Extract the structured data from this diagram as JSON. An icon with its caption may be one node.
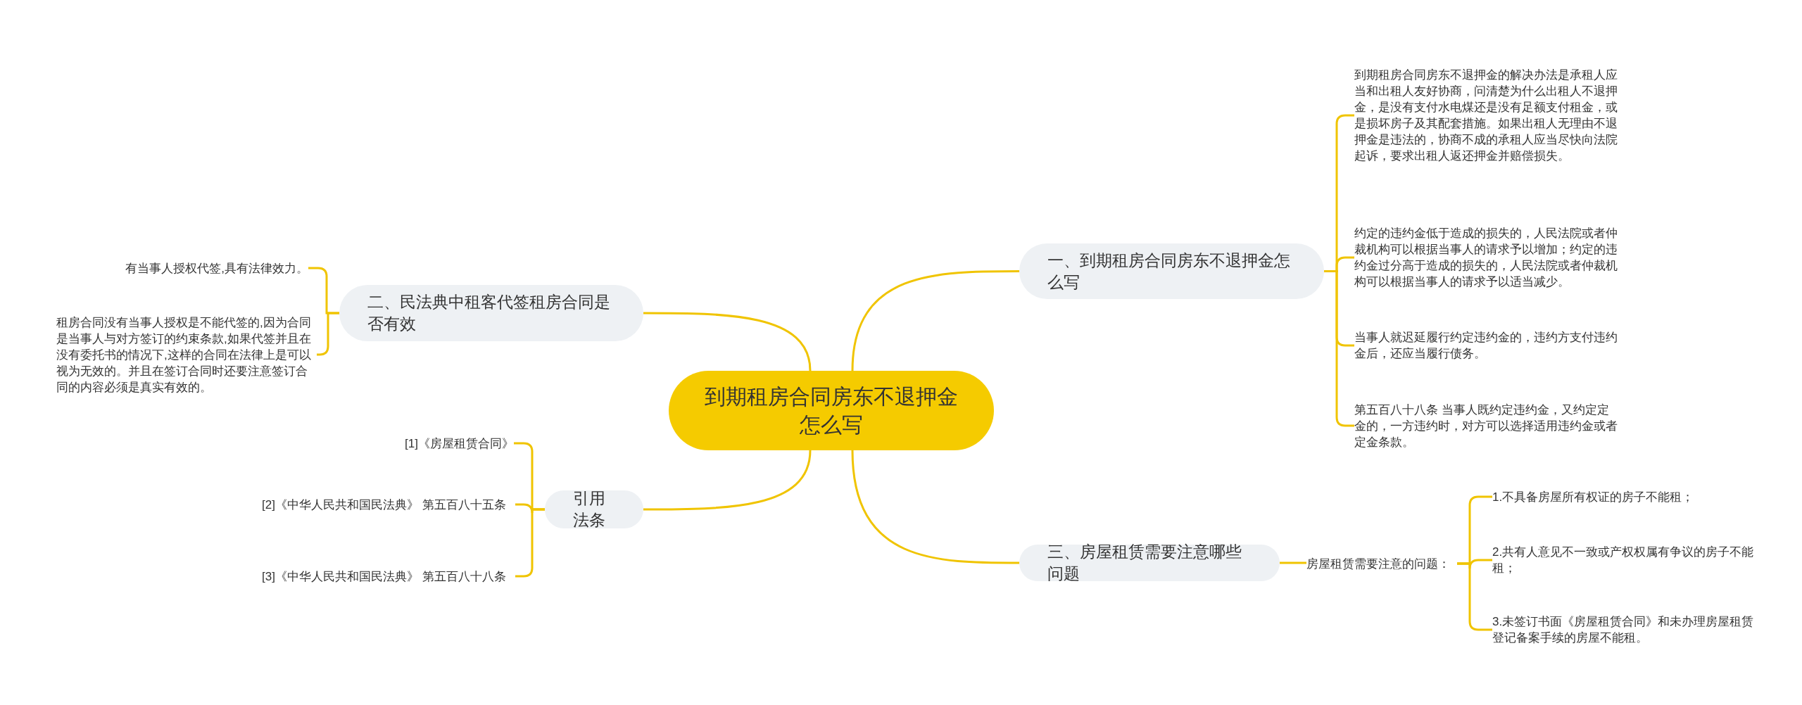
{
  "diagram": {
    "nodes": [
      {
        "text": [
          "到期租房合同房东不退押金怎么写"
        ]
      },
      {
        "text": [
          "一、到期租房合同房东不退押金怎么写"
        ]
      },
      {
        "text": [
          "到期租房合同房东不退押金的解决办法是承租人应当和出租人友好协商，问清楚为什么出租人不退押金，是没有支付水电煤还是没有足额支付租金，或是损坏房子及其配套措施。如果出租人无理由不退押金是违法的，协商不成的承租人应当尽快向法院起诉，要求出租人返还押金并赔偿损失。"
        ]
      },
      {
        "text": [
          "约定的违约金低于造成的损失的，人民法院或者仲裁机构可以根据当事人的请求予以增加；约定的违约金过分高于造成的损失的，人民法院或者仲裁机构可以根据当事人的请求予以适当减少。"
        ]
      },
      {
        "text": [
          "当事人就迟延履行约定违约金的，违约方支付违约金后，还应当履行债务。"
        ]
      },
      {
        "text": [
          "第五百八十八条 当事人既约定违约金，又约定定金的，一方违约时，对方可以选择适用违约金或者定金条款。"
        ]
      },
      {
        "text": [
          "二、民法典中租客代签租房合同是否有效"
        ]
      },
      {
        "text": [
          "有当事人授权代签,具有法律效力。"
        ]
      },
      {
        "text": [
          "租房合同没有当事人授权是不能代签的,因为合同是当事人与对方签订的约束条款,如果代签并且在没有委托书的情况下,这样的合同在法律上是可以视为无效的。并且在签订合同时还要注意签订合同的内容必须是真实有效的。"
        ]
      },
      {
        "text": [
          "引用法条"
        ]
      },
      {
        "text": [
          "[1]《房屋租赁合同》"
        ]
      },
      {
        "text": [
          "[2]《中华人民共和国民法典》 第五百八十五条"
        ]
      },
      {
        "text": [
          "[3]《中华人民共和国民法典》 第五百八十八条"
        ]
      },
      {
        "text": [
          "三、房屋租赁需要注意哪些问题"
        ]
      },
      {
        "text": [
          "房屋租赁需要注意的问题："
        ]
      },
      {
        "text": [
          "1.不具备房屋所有权证的房子不能租；"
        ]
      },
      {
        "text": [
          "2.共有人意见不一致或产权权属有争议的房子不能租；"
        ]
      },
      {
        "text": [
          "3.未签订书面《房屋租赁合同》和未办理房屋租赁登记备案手续的房屋不能租。"
        ]
      }
    ],
    "edges": [
      {
        "from": 0,
        "to": 1,
        "arrow": "none"
      },
      {
        "from": 1,
        "to": 2,
        "arrow": "none"
      },
      {
        "from": 1,
        "to": 3,
        "arrow": "none"
      },
      {
        "from": 1,
        "to": 4,
        "arrow": "none"
      },
      {
        "from": 1,
        "to": 5,
        "arrow": "none"
      },
      {
        "from": 0,
        "to": 6,
        "arrow": "none"
      },
      {
        "from": 6,
        "to": 7,
        "arrow": "none"
      },
      {
        "from": 6,
        "to": 8,
        "arrow": "none"
      },
      {
        "from": 0,
        "to": 9,
        "arrow": "none"
      },
      {
        "from": 9,
        "to": 10,
        "arrow": "none"
      },
      {
        "from": 9,
        "to": 11,
        "arrow": "none"
      },
      {
        "from": 9,
        "to": 12,
        "arrow": "none"
      },
      {
        "from": 0,
        "to": 13,
        "arrow": "none"
      },
      {
        "from": 13,
        "to": 14,
        "arrow": "none"
      },
      {
        "from": 14,
        "to": 15,
        "arrow": "none"
      },
      {
        "from": 14,
        "to": 16,
        "arrow": "none"
      },
      {
        "from": 14,
        "to": 17,
        "arrow": "none"
      }
    ]
  }
}
